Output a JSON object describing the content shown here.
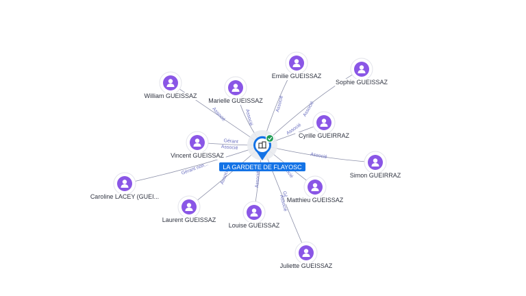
{
  "center": {
    "name": "LA GARDETE DE FLAYOSC",
    "icon": "building-icon",
    "badge_icon": "check-icon",
    "badge_color": "#1f9d55",
    "color": "#1473e6"
  },
  "person_color": "#8a56e6",
  "nodes": [
    {
      "id": "william",
      "name": "William GUEISSAZ",
      "icon": "person-icon"
    },
    {
      "id": "marielle",
      "name": "Marielle GUEISSAZ",
      "icon": "person-icon"
    },
    {
      "id": "emilie",
      "name": "Emilie GUEISSAZ",
      "icon": "person-icon"
    },
    {
      "id": "sophie",
      "name": "Sophie GUEISSAZ",
      "icon": "person-icon"
    },
    {
      "id": "cyrille",
      "name": "Cyrille GUEIRRAZ",
      "icon": "person-icon"
    },
    {
      "id": "vincent",
      "name": "Vincent GUEISSAZ",
      "icon": "person-icon"
    },
    {
      "id": "simon",
      "name": "Simon GUEIRRAZ",
      "icon": "person-icon"
    },
    {
      "id": "caroline",
      "name": "Caroline LACEY (GUEI...",
      "icon": "person-icon"
    },
    {
      "id": "matthieu",
      "name": "Matthieu GUEISSAZ",
      "icon": "person-icon"
    },
    {
      "id": "laurent",
      "name": "Laurent GUEISSAZ",
      "icon": "person-icon"
    },
    {
      "id": "louise",
      "name": "Louise GUEISSAZ",
      "icon": "person-icon"
    },
    {
      "id": "juliette",
      "name": "Juliette GUEISSAZ",
      "icon": "person-icon"
    }
  ],
  "edges": [
    {
      "from": "william",
      "labels": [
        "Associé"
      ]
    },
    {
      "from": "marielle",
      "labels": [
        "Associé"
      ]
    },
    {
      "from": "emilie",
      "labels": [
        "Associé"
      ]
    },
    {
      "from": "sophie",
      "labels": [
        "Associé"
      ]
    },
    {
      "from": "cyrille",
      "labels": [
        "Associé"
      ]
    },
    {
      "from": "vincent",
      "labels": [
        "Gérant",
        "Associé"
      ]
    },
    {
      "from": "simon",
      "labels": [
        "Associé"
      ]
    },
    {
      "from": "caroline",
      "labels": [
        "Gérant non..."
      ]
    },
    {
      "from": "matthieu",
      "labels": [
        "Associé"
      ]
    },
    {
      "from": "laurent",
      "labels": [
        "Associé"
      ]
    },
    {
      "from": "louise",
      "labels": [
        "Associé"
      ]
    },
    {
      "from": "juliette",
      "labels": [
        "Gé...",
        "Associé"
      ]
    }
  ]
}
